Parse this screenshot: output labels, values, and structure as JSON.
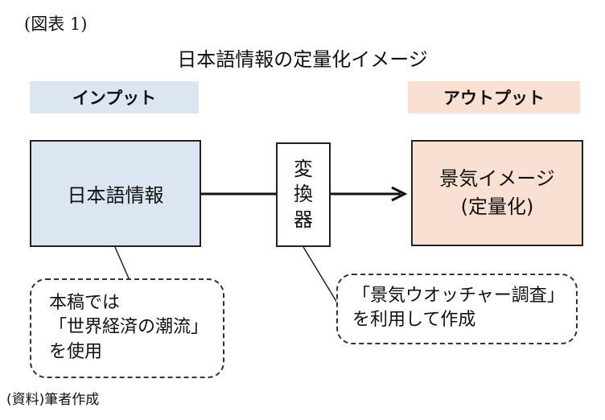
{
  "figure_label": "(図表 1)",
  "title": "日本語情報の定量化イメージ",
  "headers": {
    "input": "インプット",
    "output": "アウトプット"
  },
  "nodes": {
    "input": "日本語情報",
    "converter": [
      "変",
      "換",
      "器"
    ],
    "output": [
      "景気イメージ",
      "(定量化)"
    ]
  },
  "notes": {
    "input_note": [
      "本稿では",
      "「世界経済の潮流」",
      "を使用"
    ],
    "output_note": [
      "「景気ウオッチャー調査」",
      "を利用して作成"
    ]
  },
  "source": "(資料)筆者作成",
  "colors": {
    "input_fill": "#dce6f2",
    "output_fill": "#f9e0d2",
    "line": "#111111"
  }
}
